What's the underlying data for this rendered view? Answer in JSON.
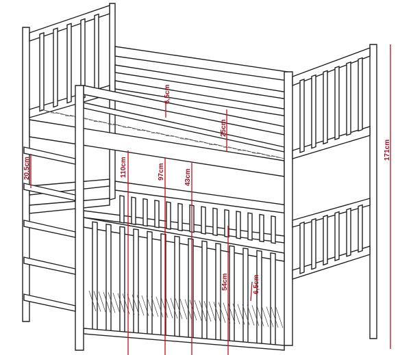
{
  "title": "Bunk bed technical drawing with dimensions",
  "colors": {
    "dimension": "#c0101a",
    "outline": "#222222"
  },
  "dimensions": {
    "upper_guard_gap": "6,5cm",
    "upper_guard_height": "25cm",
    "height_110": "110cm",
    "height_97": "97cm",
    "height_43": "43cm",
    "ladder_step": "20,5cm",
    "total_height": "171cm",
    "lower_rail_height": "54cm",
    "lower_slat_gap": "6,5cm"
  }
}
